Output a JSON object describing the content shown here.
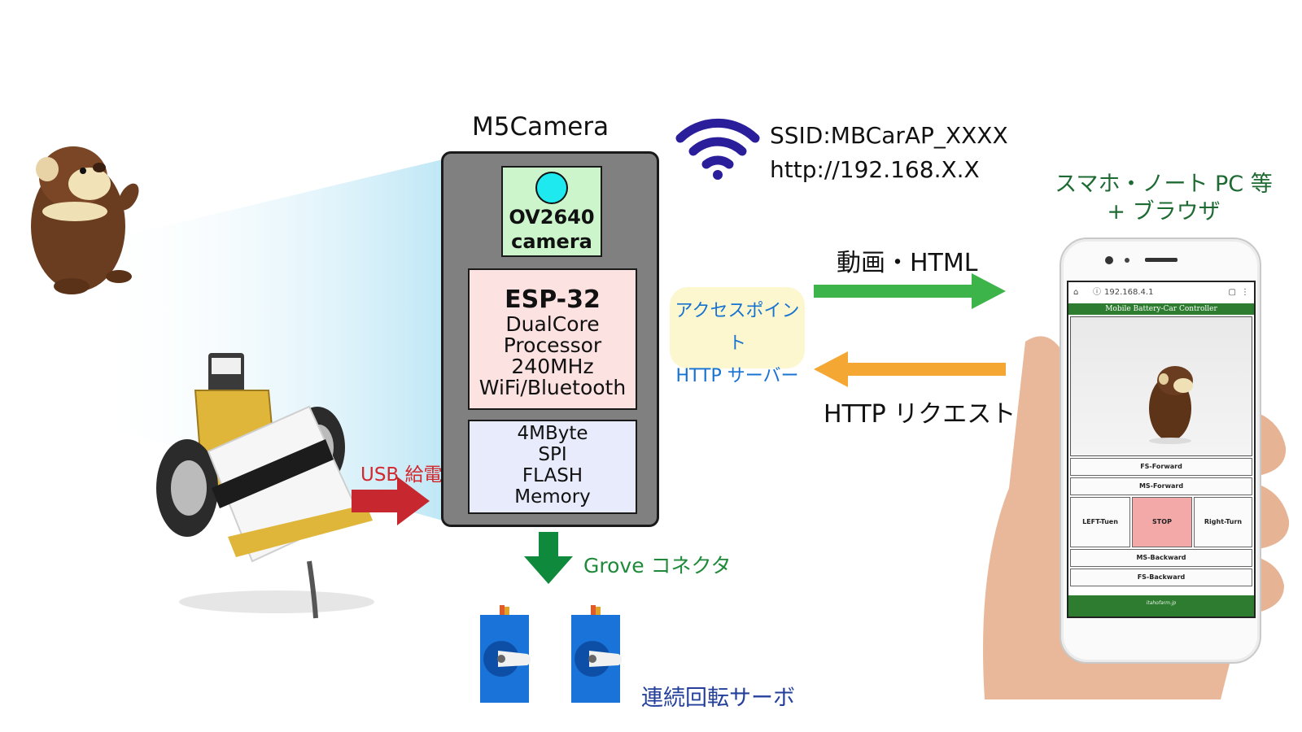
{
  "module": {
    "title": "M5Camera",
    "camera": {
      "line1": "OV2640",
      "line2": "camera"
    },
    "processor": {
      "title": "ESP-32",
      "lines": [
        "DualCore",
        "Processor",
        "240MHz",
        "WiFi/Bluetooth"
      ]
    },
    "memory": {
      "lines": [
        "4MByte",
        "SPI",
        "FLASH",
        "Memory"
      ]
    }
  },
  "wifi": {
    "ssid": "SSID:MBCarAP_XXXX",
    "url": "http://192.168.X.X"
  },
  "access_point": {
    "line1": "アクセスポイント",
    "line2": "HTTP サーバー"
  },
  "labels": {
    "video_html": "動画・HTML",
    "http_request": "HTTP リクエスト",
    "usb_power": "USB 給電",
    "grove": "Grove コネクタ",
    "servo": "連続回転サーボ",
    "device_line1": "スマホ・ノート PC 等",
    "device_line2": "+ ブラウザ"
  },
  "phone": {
    "address": "192.168.4.1",
    "app_title": "Mobile Battery-Car Controller",
    "buttons": {
      "fs_forward": "FS-Forward",
      "ms_forward": "MS-Forward",
      "left": "LEFT-Tuen",
      "stop": "STOP",
      "right": "Right-Turn",
      "ms_backward": "MS-Backward",
      "fs_backward": "FS-Backward"
    },
    "footer": "itahofarm.jp"
  },
  "colors": {
    "green_arrow": "#3db44a",
    "orange_arrow": "#f5a733",
    "red_arrow": "#c7282f",
    "grove_arrow": "#0f8a3c",
    "wifi": "#2a1e9b",
    "servo": "#1a73d9",
    "stop_button": "#f4a9a9"
  },
  "icons": [
    "wifi-icon",
    "plush-toy-photo",
    "robot-car-photo",
    "servo-icon",
    "hand-photo"
  ]
}
